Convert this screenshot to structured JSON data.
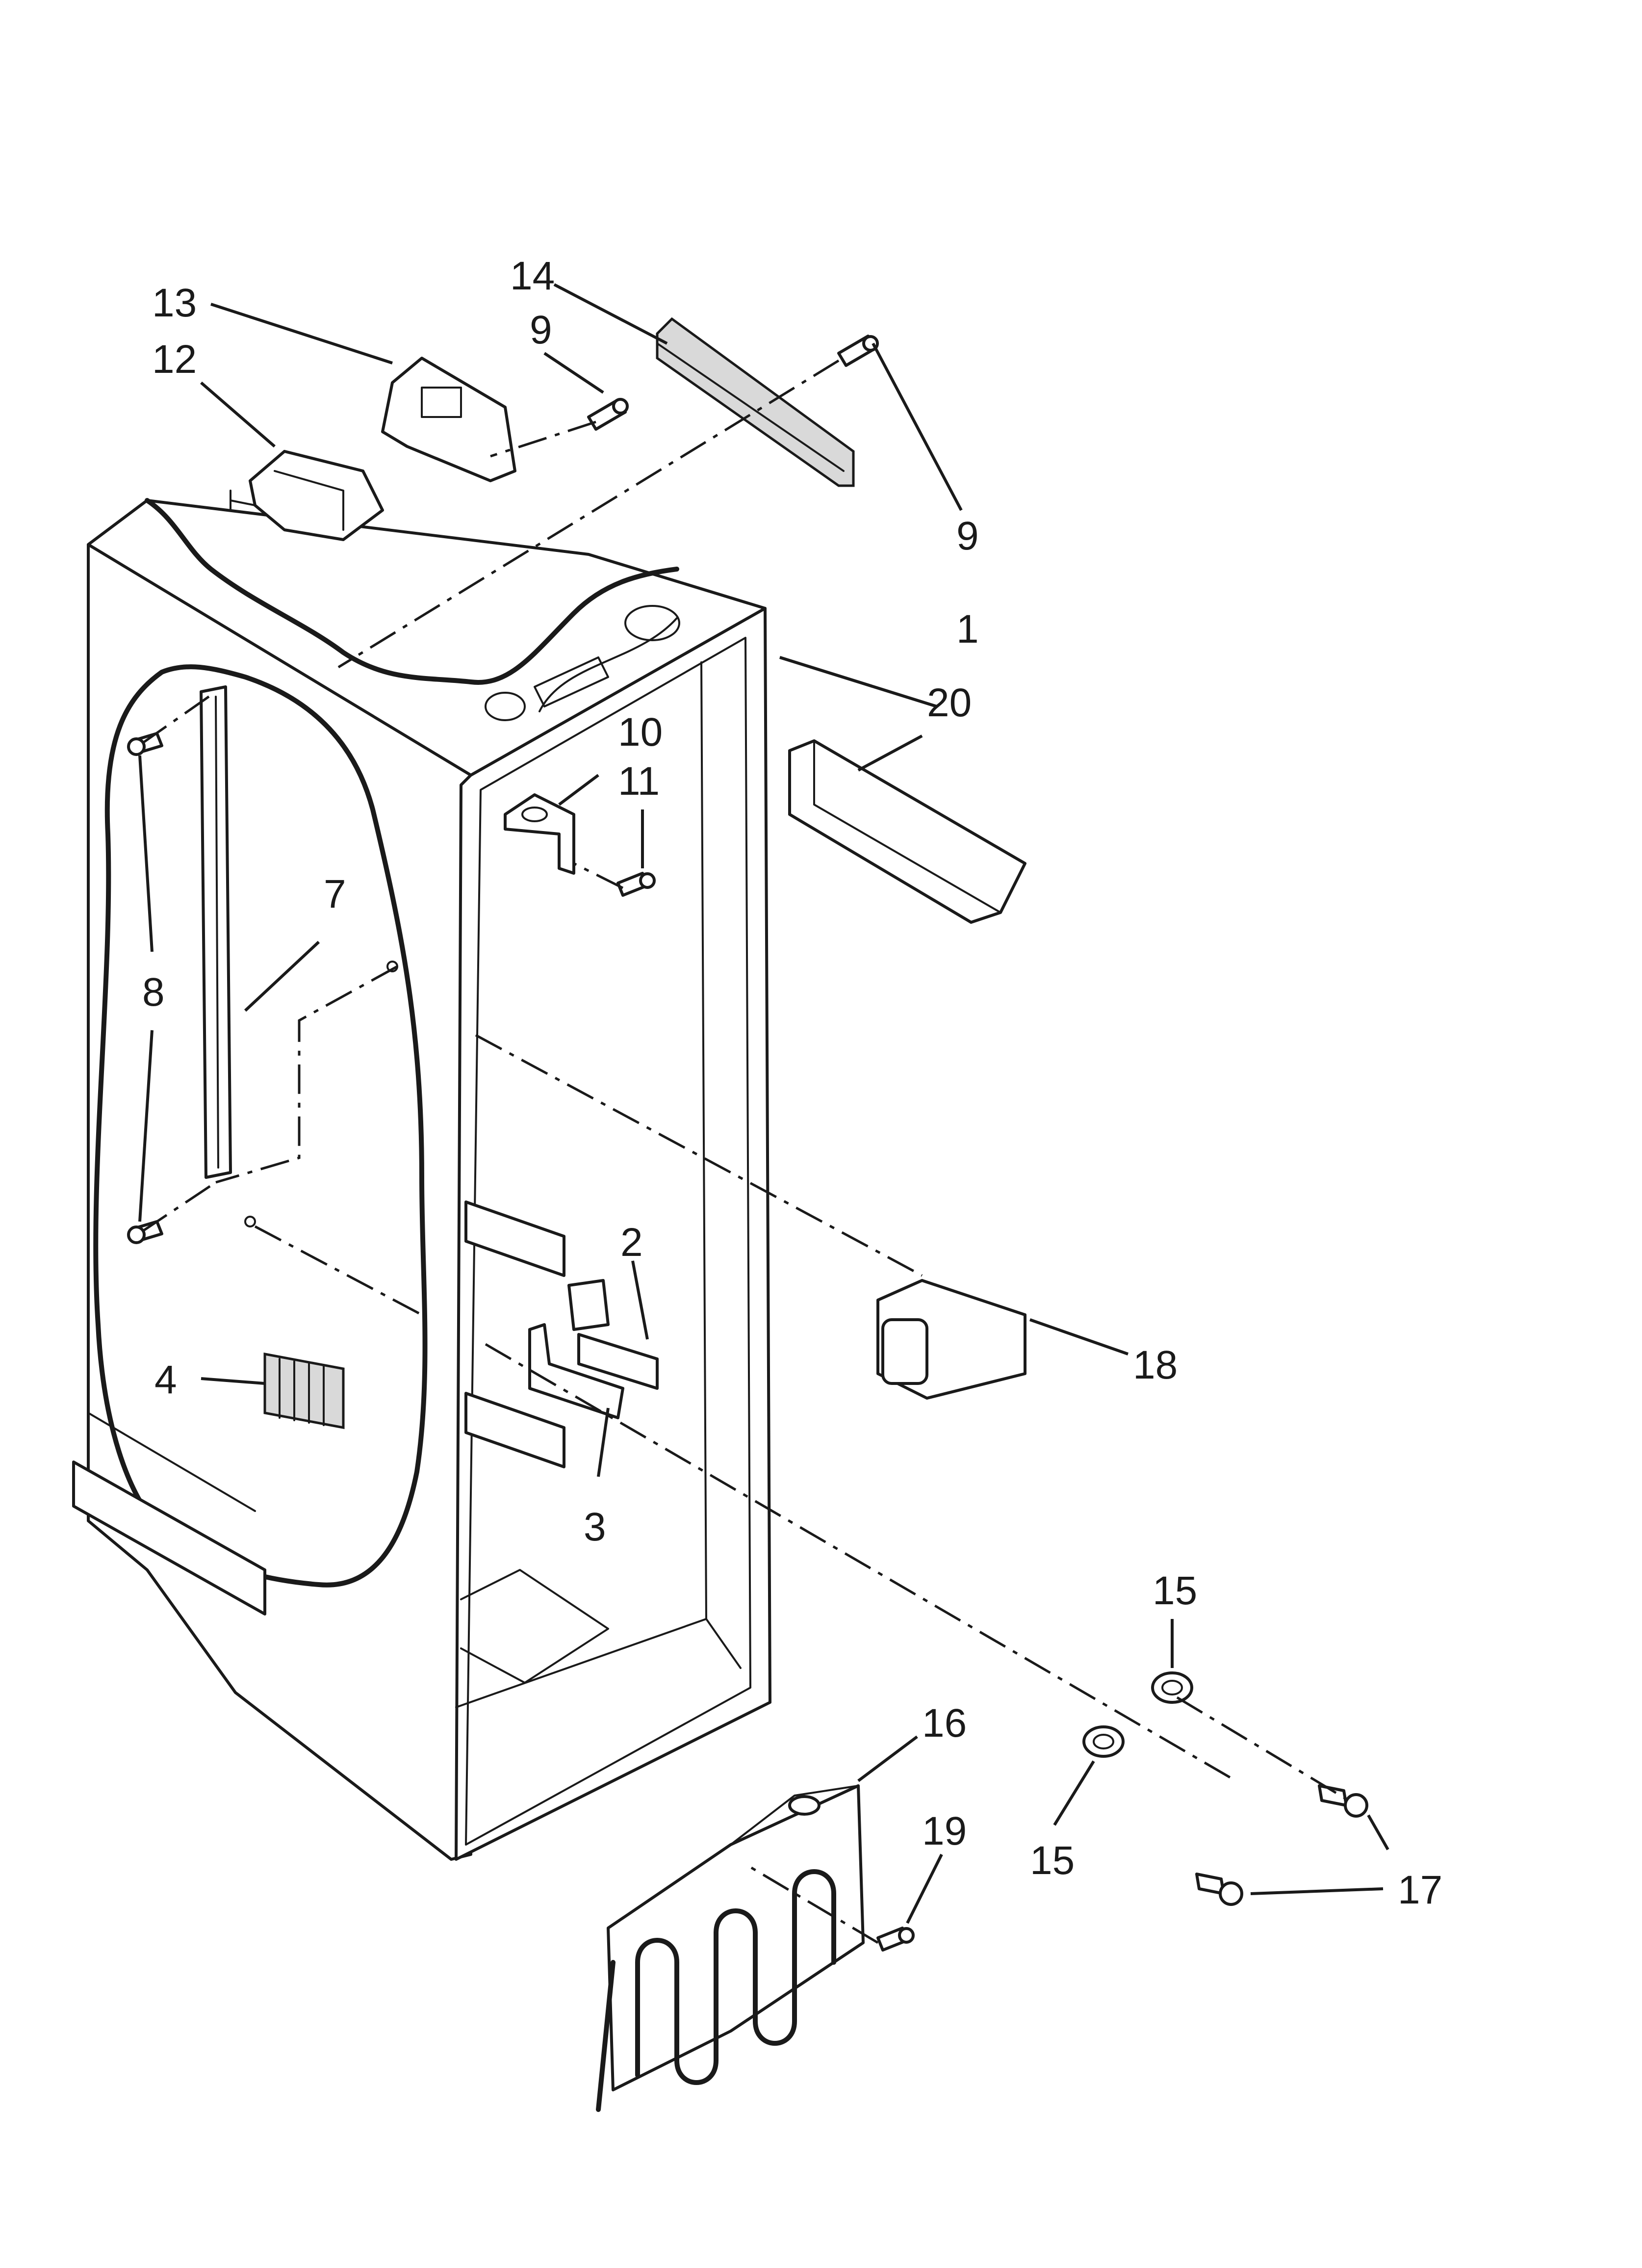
{
  "callouts": [
    {
      "id": "c1",
      "label": "1"
    },
    {
      "id": "c2",
      "label": "2"
    },
    {
      "id": "c3",
      "label": "3"
    },
    {
      "id": "c4",
      "label": "4"
    },
    {
      "id": "c7",
      "label": "7"
    },
    {
      "id": "c8",
      "label": "8"
    },
    {
      "id": "c9a",
      "label": "9"
    },
    {
      "id": "c9b",
      "label": "9"
    },
    {
      "id": "c10",
      "label": "10"
    },
    {
      "id": "c11",
      "label": "11"
    },
    {
      "id": "c12",
      "label": "12"
    },
    {
      "id": "c13",
      "label": "13"
    },
    {
      "id": "c14",
      "label": "14"
    },
    {
      "id": "c15a",
      "label": "15"
    },
    {
      "id": "c15b",
      "label": "15"
    },
    {
      "id": "c16",
      "label": "16"
    },
    {
      "id": "c17",
      "label": "17"
    },
    {
      "id": "c18",
      "label": "18"
    },
    {
      "id": "c19",
      "label": "19"
    },
    {
      "id": "c20",
      "label": "20"
    }
  ]
}
